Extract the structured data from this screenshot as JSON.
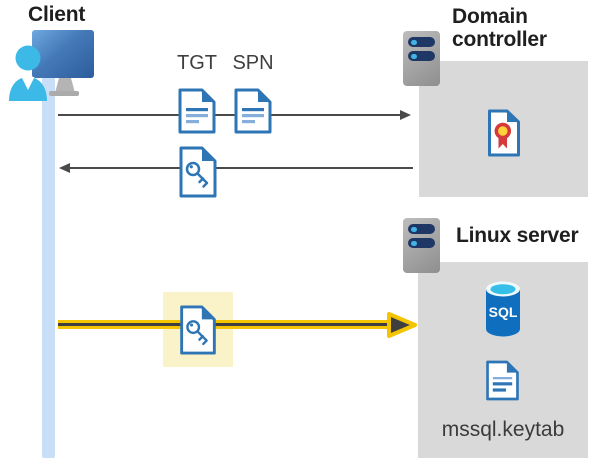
{
  "client": {
    "label": "Client"
  },
  "tickets": {
    "tgt_label": "TGT",
    "spn_label": "SPN"
  },
  "domain_controller": {
    "label": "Domain controller"
  },
  "linux_server": {
    "label": "Linux server",
    "sql_label": "SQL",
    "keytab_label": "mssql.keytab"
  },
  "icons": {
    "client": "user-workstation-icon",
    "domain_controller": "server-icon",
    "linux_server": "server-icon",
    "tgt": "document-icon",
    "spn": "document-icon",
    "service_ticket": "key-document-icon",
    "certificate": "certificate-icon",
    "sql": "sql-database-icon",
    "keytab": "document-icon"
  },
  "colors": {
    "document_blue": "#2E75B6",
    "document_blue_light": "#85AEDB",
    "panel_gray": "#D9D9D9",
    "arrow_gray": "#4A4A4A",
    "arrow_yellow": "#F5C400",
    "highlight_yellow": "#FAF2C8",
    "timeline_blue": "#C9DFF8",
    "person_cyan": "#3CB9E7",
    "server_bar_navy": "#1E3765",
    "sql_blue": "#0F6EBE",
    "certificate_red": "#D6393B",
    "certificate_yellow": "#FFD23B"
  }
}
